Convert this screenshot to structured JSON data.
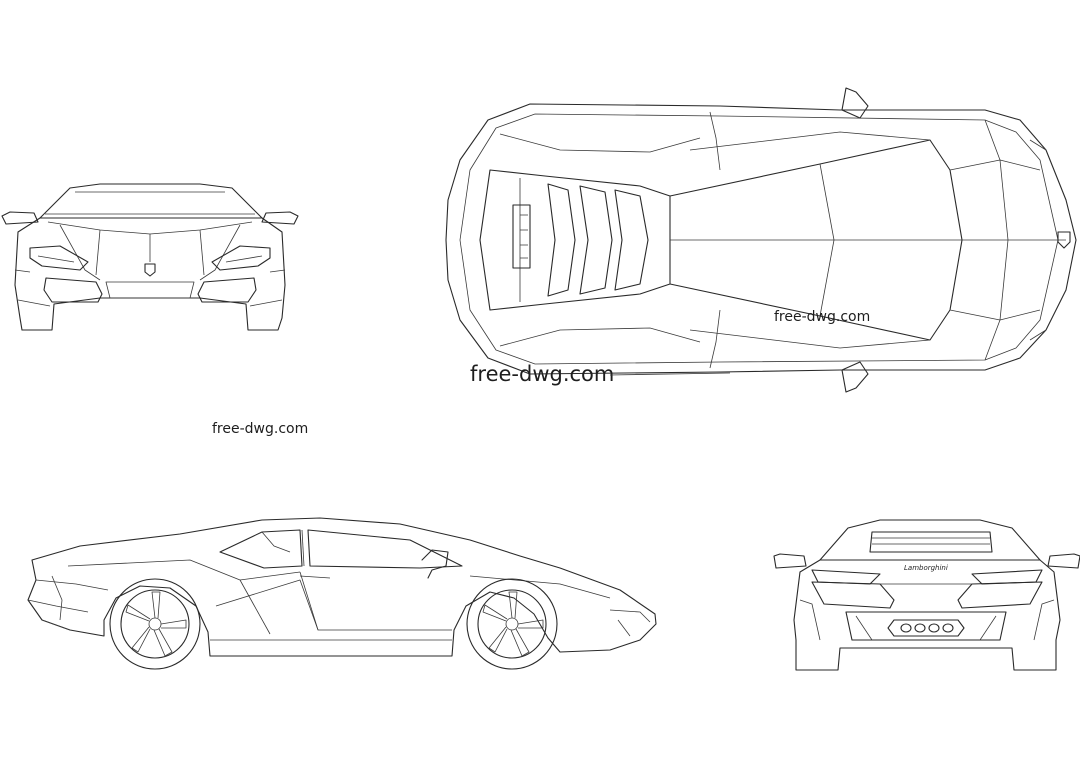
{
  "watermarks": {
    "top_center_large": "free-dwg.com",
    "top_view_small": "free-dwg.com",
    "left_middle": "free-dwg.com"
  },
  "rear_view": {
    "badge_text": "Lamborghini"
  },
  "colors": {
    "background": "#ffffff",
    "line": "#2a2a2a"
  }
}
